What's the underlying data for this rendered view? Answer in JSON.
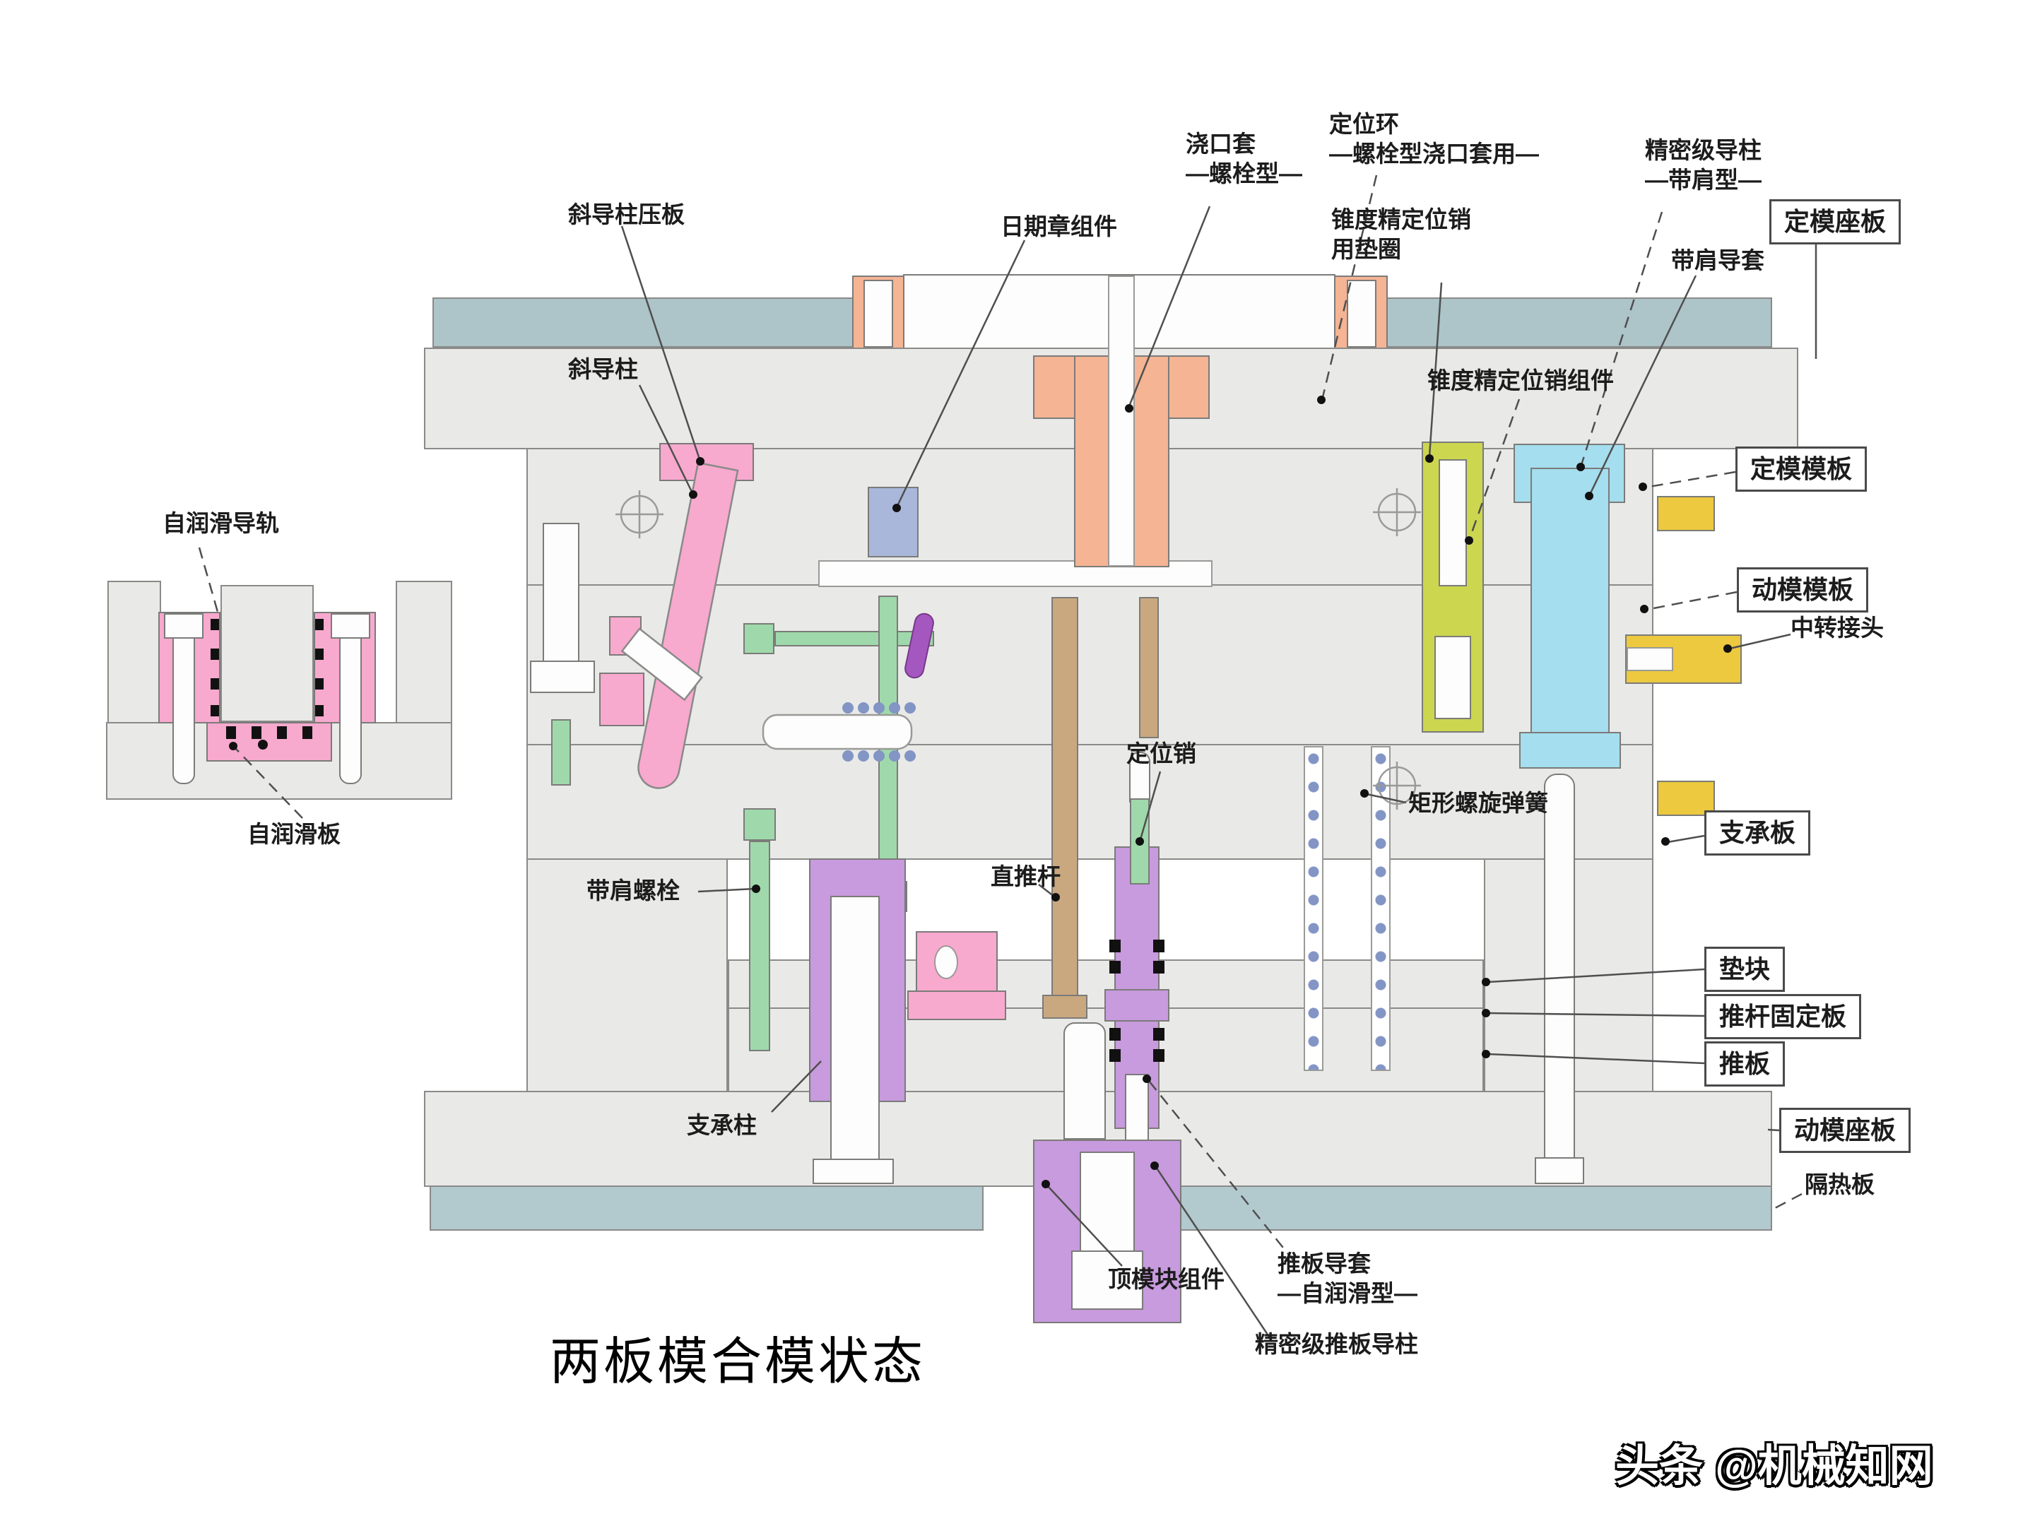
{
  "title": "两板模合模状态",
  "watermark": "头条 @机械知网",
  "diagram_type": "injection-mold-cross-section",
  "colors": {
    "plate_gray": "#e9e9e7",
    "insulation_blue": "#adc4c9",
    "sprue_salmon": "#f5b493",
    "slide_pink": "#f8a9ce",
    "date_stamp_blue": "#a9b7da",
    "taper_pin_yellowgreen": "#ccd64f",
    "guide_cyan": "#a5deee",
    "fitting_yellow": "#ecc93e",
    "bolt_green": "#9fd9ab",
    "bushing_purple": "#c89ade",
    "ejector_tan": "#c9a87f"
  },
  "labels": {
    "sprue_bushing": "浇口套\n—螺栓型—",
    "locating_ring": "定位环\n—螺栓型浇口套用—",
    "taper_pin_washer": "锥度精定位销\n用垫圈",
    "precision_guide_pillar": "精密级导柱\n—带肩型—",
    "fixed_clamp_plate": "定模座板",
    "shoulder_guide_bushing": "带肩导套",
    "angle_pin_clamp": "斜导柱压板",
    "date_stamp": "日期章组件",
    "angle_pin": "斜导柱",
    "taper_pin_assembly": "锥度精定位销组件",
    "fixed_mold_plate": "定模模板",
    "moving_mold_plate": "动模模板",
    "transfer_joint": "中转接头",
    "self_lube_rail": "自润滑导轨",
    "self_lube_plate": "自润滑板",
    "locating_pin": "定位销",
    "rect_coil_spring": "矩形螺旋弹簧",
    "support_plate": "支承板",
    "shoulder_bolt": "带肩螺栓",
    "straight_ejector": "直推杆",
    "spacer_block": "垫块",
    "ejector_retainer": "推杆固定板",
    "ejector_plate": "推板",
    "support_pillar": "支承柱",
    "moving_clamp_plate": "动模座板",
    "insulation_plate": "隔热板",
    "ejector_block": "顶模块组件",
    "ejector_guide_bushing": "推板导套\n—自润滑型—",
    "ejector_guide_pillar": "精密级推板导柱"
  }
}
